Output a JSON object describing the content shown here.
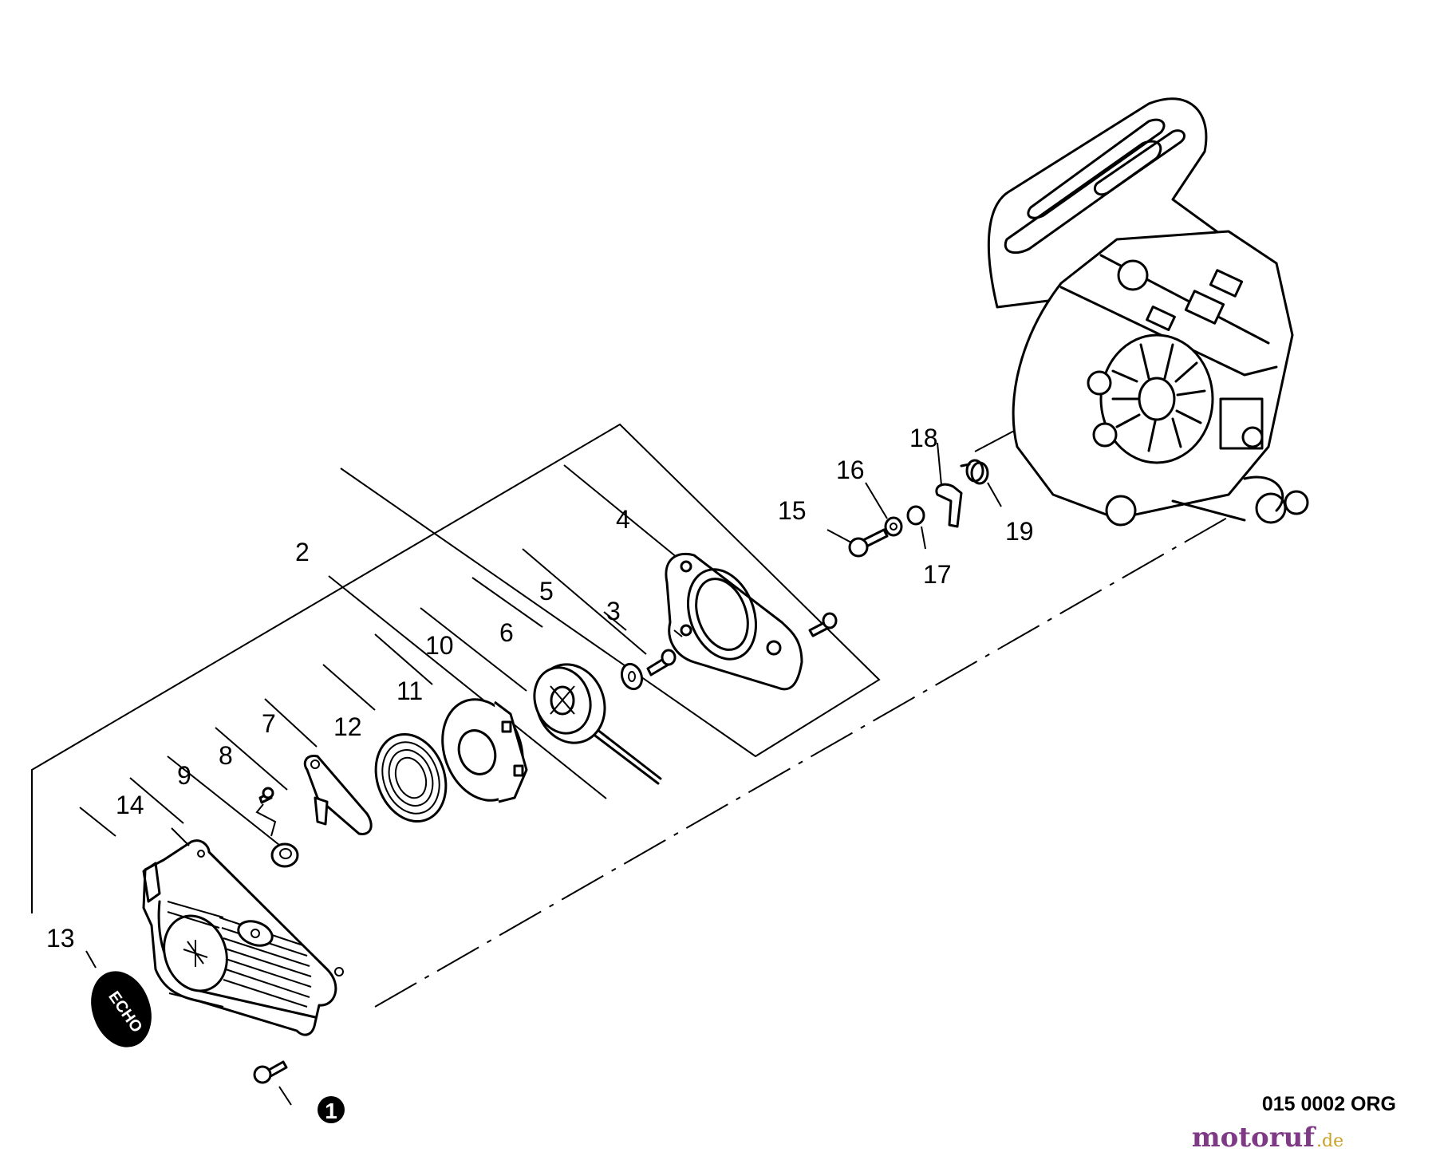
{
  "diagram": {
    "part_labels": {
      "p1": "1",
      "p2": "2",
      "p3": "3",
      "p4": "4",
      "p5": "5",
      "p6": "6",
      "p7": "7",
      "p8": "8",
      "p9": "9",
      "p10": "10",
      "p11": "11",
      "p12": "12",
      "p13": "13",
      "p14": "14",
      "p15": "15",
      "p16": "16",
      "p17": "17",
      "p18": "18",
      "p19": "19"
    },
    "drawing_code": "015 0002 ORG",
    "watermark": {
      "main": "motoruf",
      "suffix": ".de"
    },
    "logo_text": "ECHO"
  }
}
